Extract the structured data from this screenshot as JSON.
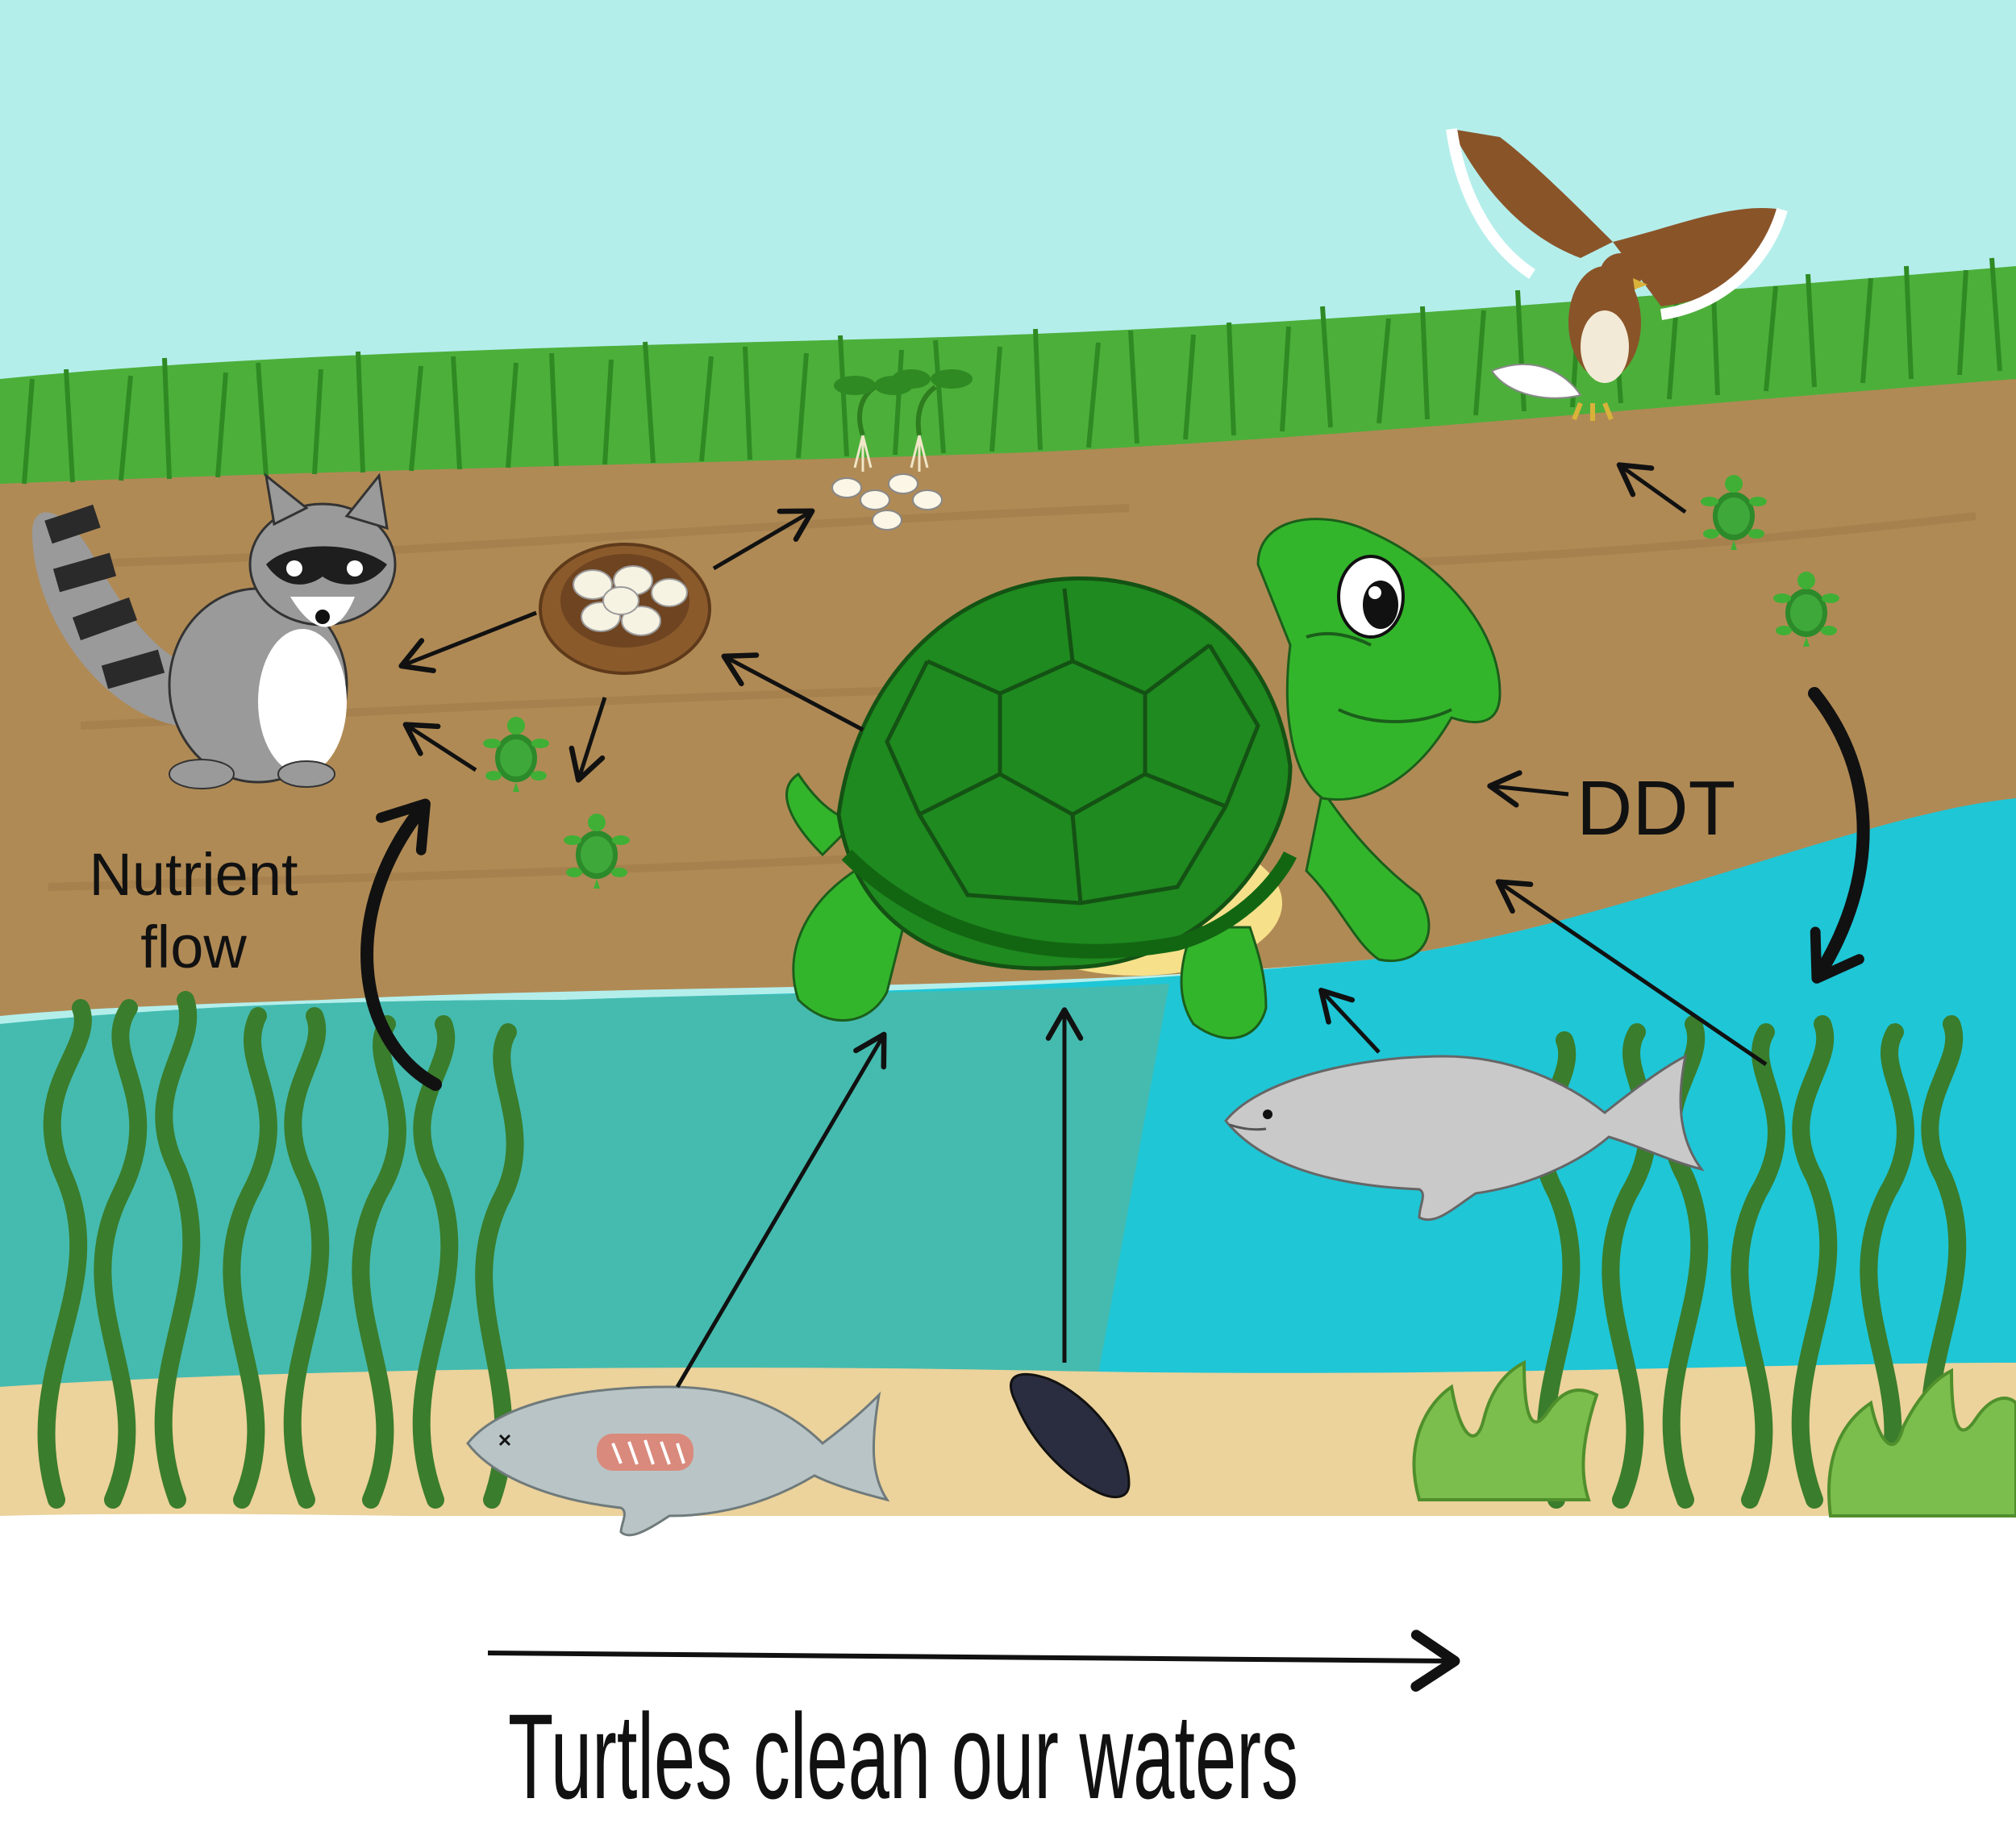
{
  "labels": {
    "nutrient_line1": "Nutrient",
    "nutrient_line2": "flow",
    "ddt": "DDT",
    "caption": "Turtles clean our waters"
  },
  "colors": {
    "sky": "#b4eeeb",
    "grass": "#4caf3a",
    "soil": "#b08a55",
    "water_shallow": "#4cb8a8",
    "water_deep": "#1fc6d6",
    "sand": "#ecd29b",
    "turtle_shell": "#1f8a1f",
    "turtle_skin": "#33b52b",
    "seaweed": "#3a7d2c"
  },
  "icons": [
    "raccoon-icon",
    "nest-eggs-icon",
    "sprouting-seeds-icon",
    "hatchling-turtle-icon",
    "hawk-icon",
    "turtle-icon",
    "fish-icon",
    "dead-fish-icon",
    "mussel-icon",
    "seaweed-icon",
    "aquatic-plant-icon"
  ]
}
